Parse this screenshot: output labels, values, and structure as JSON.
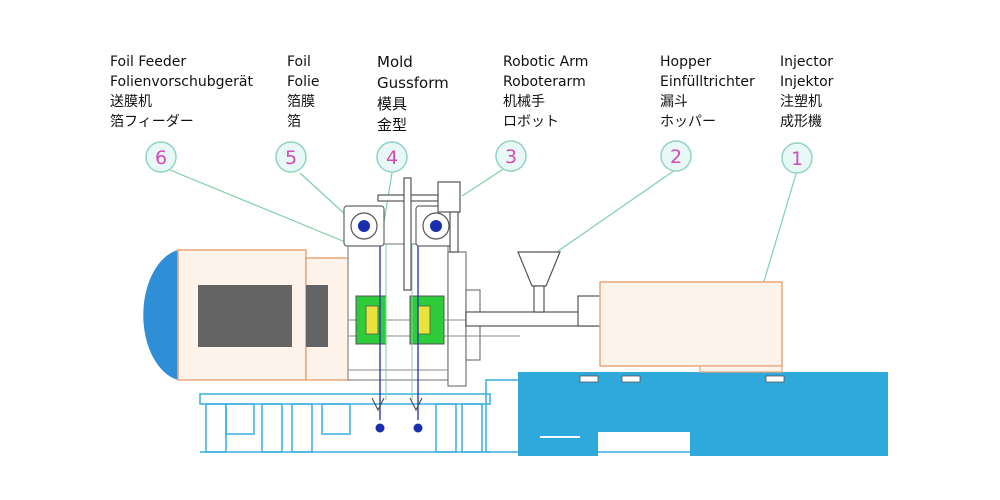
{
  "labels": [
    {
      "num": "6",
      "lines": [
        "Foil Feeder",
        "Folienvorschubgerät",
        "送膜机",
        "箔フィーダー"
      ]
    },
    {
      "num": "5",
      "lines": [
        "Foil",
        "Folie",
        "箔膜",
        "箔"
      ]
    },
    {
      "num": "4",
      "lines": [
        "Mold",
        "Gussform",
        "模具",
        "金型"
      ]
    },
    {
      "num": "3",
      "lines": [
        "Robotic Arm",
        "Roboterarm",
        "机械手",
        "ロボット"
      ]
    },
    {
      "num": "2",
      "lines": [
        "Hopper",
        "Einfülltrichter",
        "漏斗",
        "ホッパー"
      ]
    },
    {
      "num": "1",
      "lines": [
        "Injector",
        "Injektor",
        "注塑机",
        "成形機"
      ]
    }
  ],
  "colors": {
    "circle": "#d44ab8",
    "circle_bg": "#e8f8f6",
    "leader": "#7fd0a8",
    "machine_blue": "#2fa8dc",
    "housing_fill": "#fdf3ea",
    "housing_stroke": "#e8a77a",
    "dark_block": "#646464",
    "mold_green": "#2ecc3a"
  }
}
